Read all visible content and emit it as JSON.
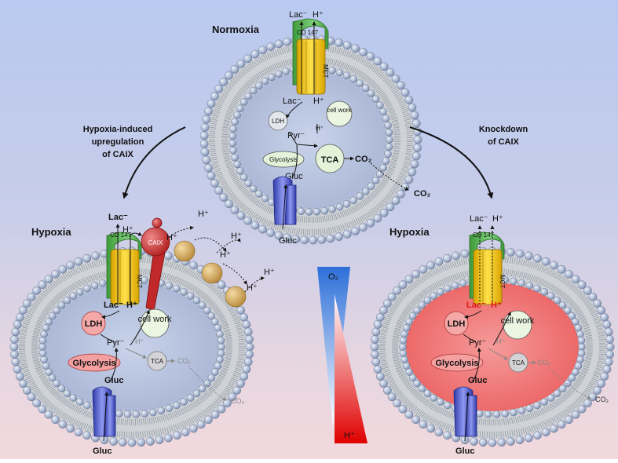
{
  "labels": {
    "normoxia": "Normoxia",
    "hypoxia_left": "Hypoxia",
    "hypoxia_right": "Hypoxia",
    "arrow_left_line1": "Hypoxia-induced",
    "arrow_left_line2": "upregulation",
    "arrow_left_line3": "of CAIX",
    "arrow_right_line1": "Knockdown",
    "arrow_right_line2": "of CAIX",
    "o2": "O₂",
    "h_plus_gradient": "H⁺"
  },
  "cell_top": {
    "lac_out": "Lac⁻",
    "h_out": "H⁺",
    "cd147": "CD 147",
    "mct": "MCT",
    "lac_in": "Lac⁻",
    "h_in": "H⁺",
    "ldh": "LDH",
    "cell_work": "cell work",
    "h_work": "H⁺",
    "pyr": "Pyr⁻",
    "glycolysis": "Glycolysis",
    "tca": "TCA",
    "co2_in": "CO₂",
    "gluc_in": "Gluc",
    "co2_out": "CO₂",
    "gluc_out": "Gluc"
  },
  "cell_left": {
    "lac_out": "Lac⁻",
    "h_out_1": "H⁺",
    "h_out_2": "H⁺",
    "h_out_3": "H⁺",
    "h_out_4": "H⁺",
    "h_out_5": "H⁺",
    "caix": "CAIX",
    "cd147": "CD 147",
    "mct": "MCT",
    "lac_in": "Lac⁻",
    "h_in": "H⁺",
    "ldh": "LDH",
    "cell_work": "cell work",
    "pyr": "Pyr⁻",
    "h_faint": "H⁺",
    "glycolysis": "Glycolysis",
    "tca": "TCA",
    "co2_in": "CO₂",
    "gluc_in": "Gluc",
    "co2_out": "CO₂",
    "gluc_out": "Gluc"
  },
  "cell_right": {
    "lac_out": "Lac⁻",
    "h_out": "H⁺",
    "cd147": "CD 147",
    "mct": "MCT",
    "lac_in": "Lac⁻",
    "h_in": "H⁺",
    "ldh": "LDH",
    "cell_work": "cell work",
    "pyr": "Pyr⁻",
    "h_faint": "H⁺",
    "glycolysis": "Glycolysis",
    "tca": "TCA",
    "co2_in": "CO₂",
    "gluc_in": "Gluc",
    "co2_out": "CO₂",
    "gluc_out": "Gluc"
  },
  "colors": {
    "cytoplasm_normal": "#b7c3df",
    "cytoplasm_acidic": "#f07878",
    "bead": "#b4c2da",
    "mct": "#f2c418",
    "cd147": "#63b85b",
    "caix": "#d43a3a",
    "glut": "#4d5bc8",
    "ldh_high": "#f5a6a6",
    "work_circle": "#dff3d4",
    "extracellular_bead": "#d8b060"
  }
}
